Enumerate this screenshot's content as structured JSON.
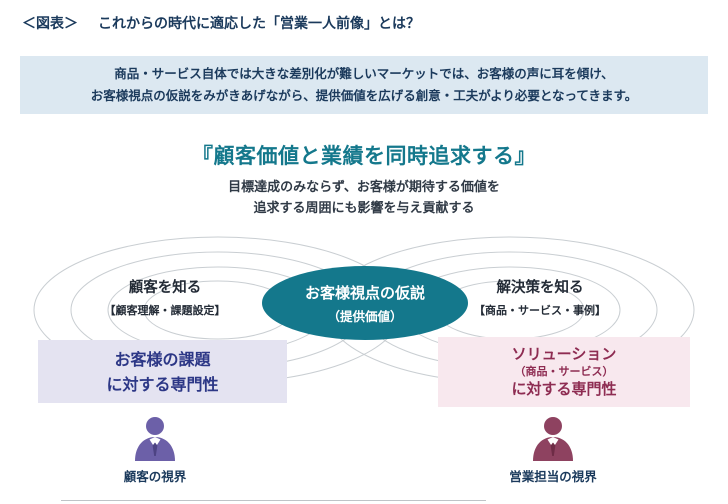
{
  "header": {
    "prefix": "＜図表＞",
    "title": "これからの時代に適応した「営業一人前像」とは？"
  },
  "intro": {
    "line1": "商品・サービス自体では大きな差別化が難しいマーケットでは、お客様の声に耳を傾け、",
    "line2": "お客様視点の仮説をみがきあげながら、提供価値を広げる創意・工夫がより必要となってきます。"
  },
  "main_title": "『顧客価値と業績を同時追求する』",
  "subtitle": {
    "line1": "目標達成のみならず、お客様が期待する価値を",
    "line2": "追求する周囲にも影響を与え貢献する"
  },
  "diagram": {
    "left_label": {
      "title": "顧客を知る",
      "sub": "【顧客理解・課題設定】"
    },
    "center": {
      "title": "お客様視点の仮説",
      "sub": "（提供価値）"
    },
    "right_label": {
      "title": "解決策を知る",
      "sub": "【商品・サービス・事例】"
    },
    "left_box": {
      "line1": "お客様の課題",
      "line2": "に対する専門性"
    },
    "right_box": {
      "line1": "ソリューション",
      "line2": "（商品・サービス）",
      "line3": "に対する専門性"
    },
    "left_person_label": "顧客の視界",
    "right_person_label": "営業担当の視界"
  },
  "icons": {
    "left_person": "business-person-silhouette",
    "right_person": "business-person-silhouette"
  },
  "colors": {
    "navy": "#1b3a5c",
    "intro_bg": "#dce8f1",
    "teal": "#14788c",
    "subtitle_text": "#303a46",
    "label_text": "#232b36",
    "ring_stroke": "#c9ced2",
    "left_box_bg": "#e4e3f1",
    "left_box_text": "#2c3786",
    "right_box_bg": "#f8e8ee",
    "right_box_text": "#8e2c52",
    "person_left": "#6c60a8",
    "person_left_dark": "#4d4383",
    "person_right": "#8e4260",
    "person_right_dark": "#6e2c46",
    "divider": "#bfc3c7"
  }
}
